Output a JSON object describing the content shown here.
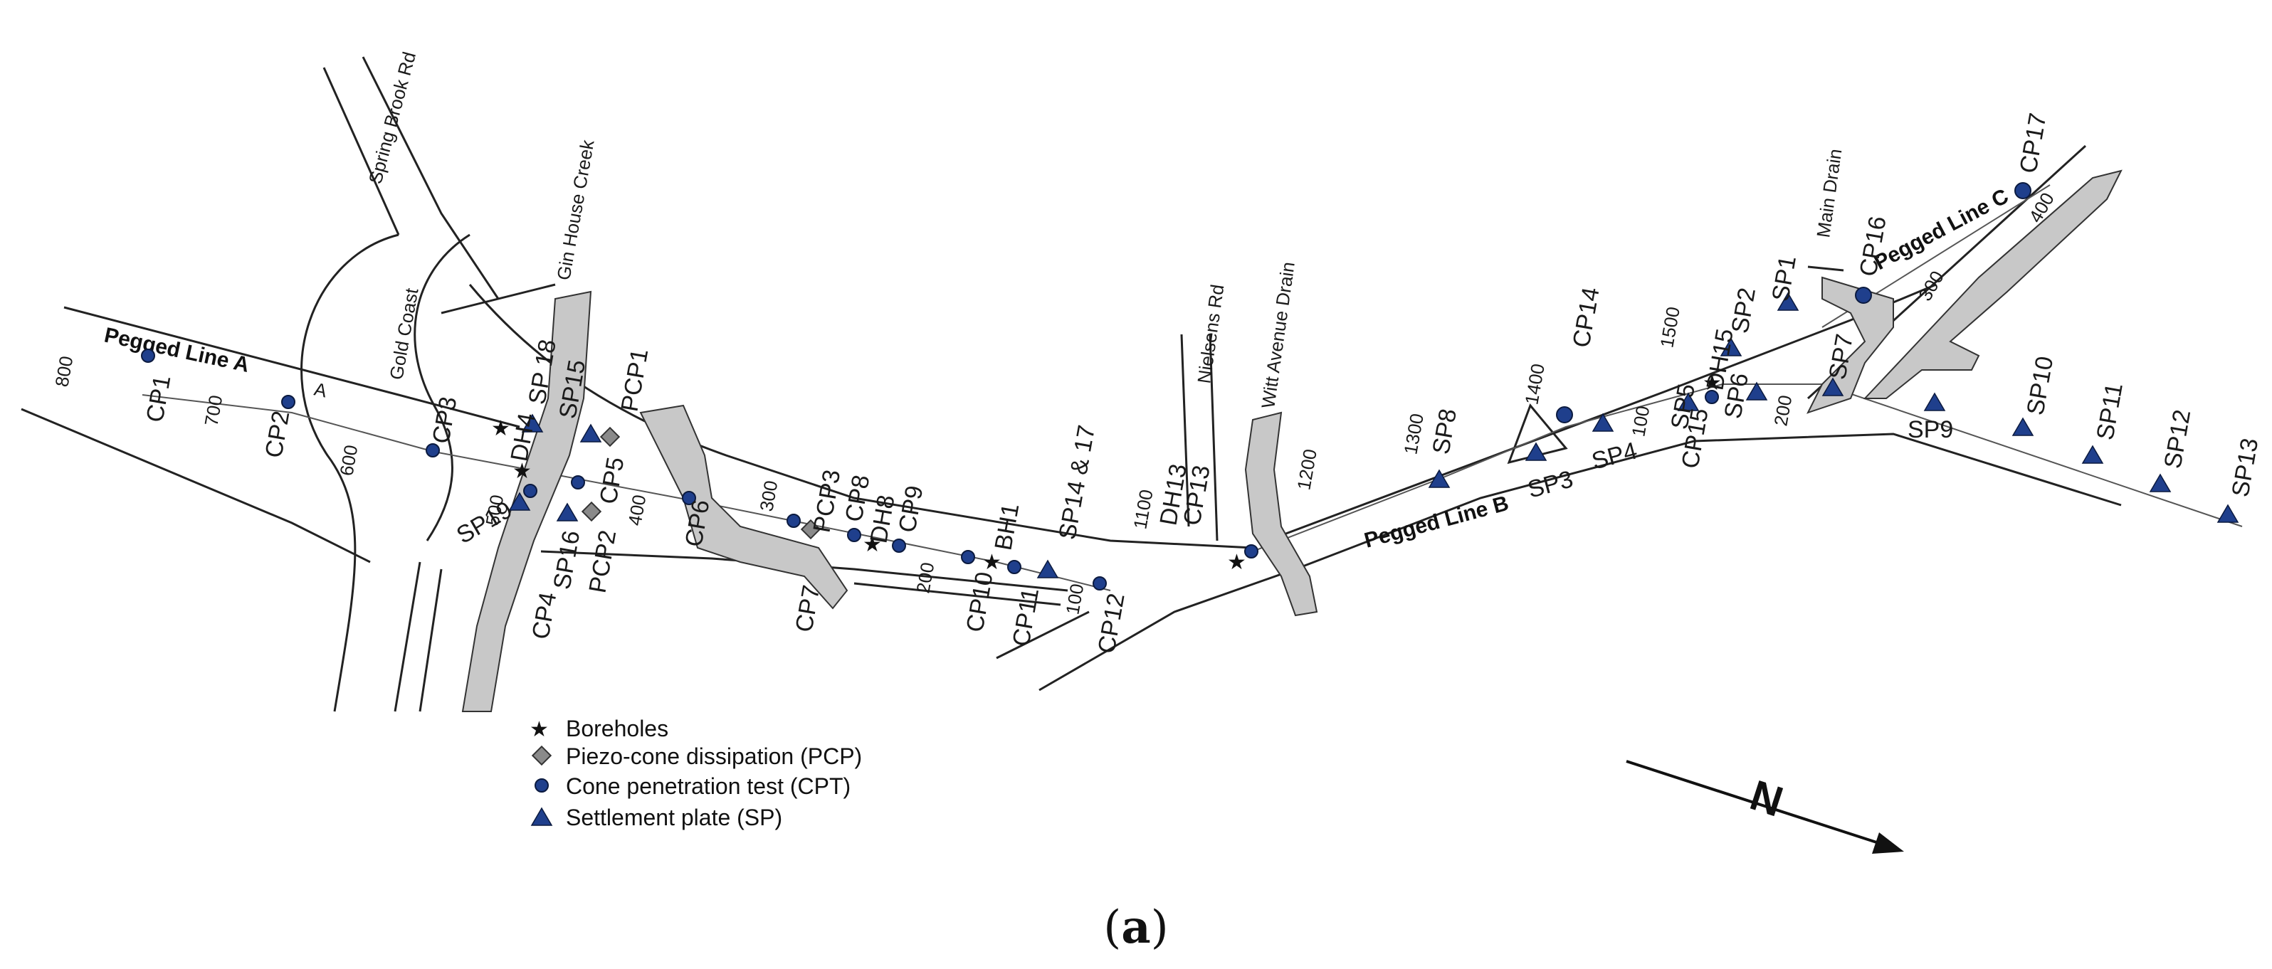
{
  "labels": {
    "spring_brook": "Spring Brook Rd",
    "gin_house": "Gin House Creek",
    "gold_coast": "Gold Coast",
    "nielsens": "Nielsens Rd",
    "witt": "Witt Avenue Drain",
    "main_drain": "Main Drain",
    "line_a": "Pegged Line A",
    "line_b": "Pegged Line B",
    "line_c": "Pegged Line C",
    "a_mark": "A"
  },
  "chainage": {
    "a800": "800",
    "a700": "700",
    "a600": "600",
    "a500": "500",
    "a400": "400",
    "b300": "300",
    "b200": "200",
    "b100": "100",
    "b1100": "1100",
    "b1200": "1200",
    "b1300": "1300",
    "b1400": "1400",
    "c100": "100",
    "b1500": "1500",
    "c200": "200",
    "c300": "300",
    "c400": "400"
  },
  "points": {
    "cp1": "CP1",
    "cp2": "CP2",
    "cp3": "CP3",
    "cp4": "CP4",
    "cp5": "CP5",
    "cp6": "CP6",
    "cp7": "CP7",
    "cp8": "CP8",
    "cp9": "CP9",
    "cp10": "CP10",
    "cp11": "CP11",
    "cp12": "CP12",
    "cp13": "CP13",
    "cp14": "CP14",
    "cp15": "CP15",
    "cp16": "CP16",
    "cp17": "CP17",
    "sp1": "SP1",
    "sp2": "SP2",
    "sp3": "SP3",
    "sp4": "SP4",
    "sp5": "SP5",
    "sp6": "SP6",
    "sp7": "SP7",
    "sp8": "SP8",
    "sp9": "SP9",
    "sp10": "SP10",
    "sp11": "SP11",
    "sp12": "SP12",
    "sp13": "SP13",
    "sp14_17": "SP14 & 17",
    "sp15": "SP15",
    "sp16": "SP16",
    "sp18": "SP 18",
    "sp19": "SP19",
    "pcp1": "PCP1",
    "pcp2": "PCP2",
    "pcp3": "PCP3",
    "dh4": "DH4",
    "dh8": "DH8",
    "dh13": "DH13",
    "dh15": "DH15",
    "bh1": "BH1"
  },
  "legend": {
    "boreholes": "Boreholes",
    "pcp": "Piezo-cone dissipation (PCP)",
    "cpt": "Cone penetration test (CPT)",
    "sp": "Settlement plate (SP)"
  },
  "north": "N",
  "caption_letter": "a",
  "caption_open": "(",
  "caption_close": ")"
}
